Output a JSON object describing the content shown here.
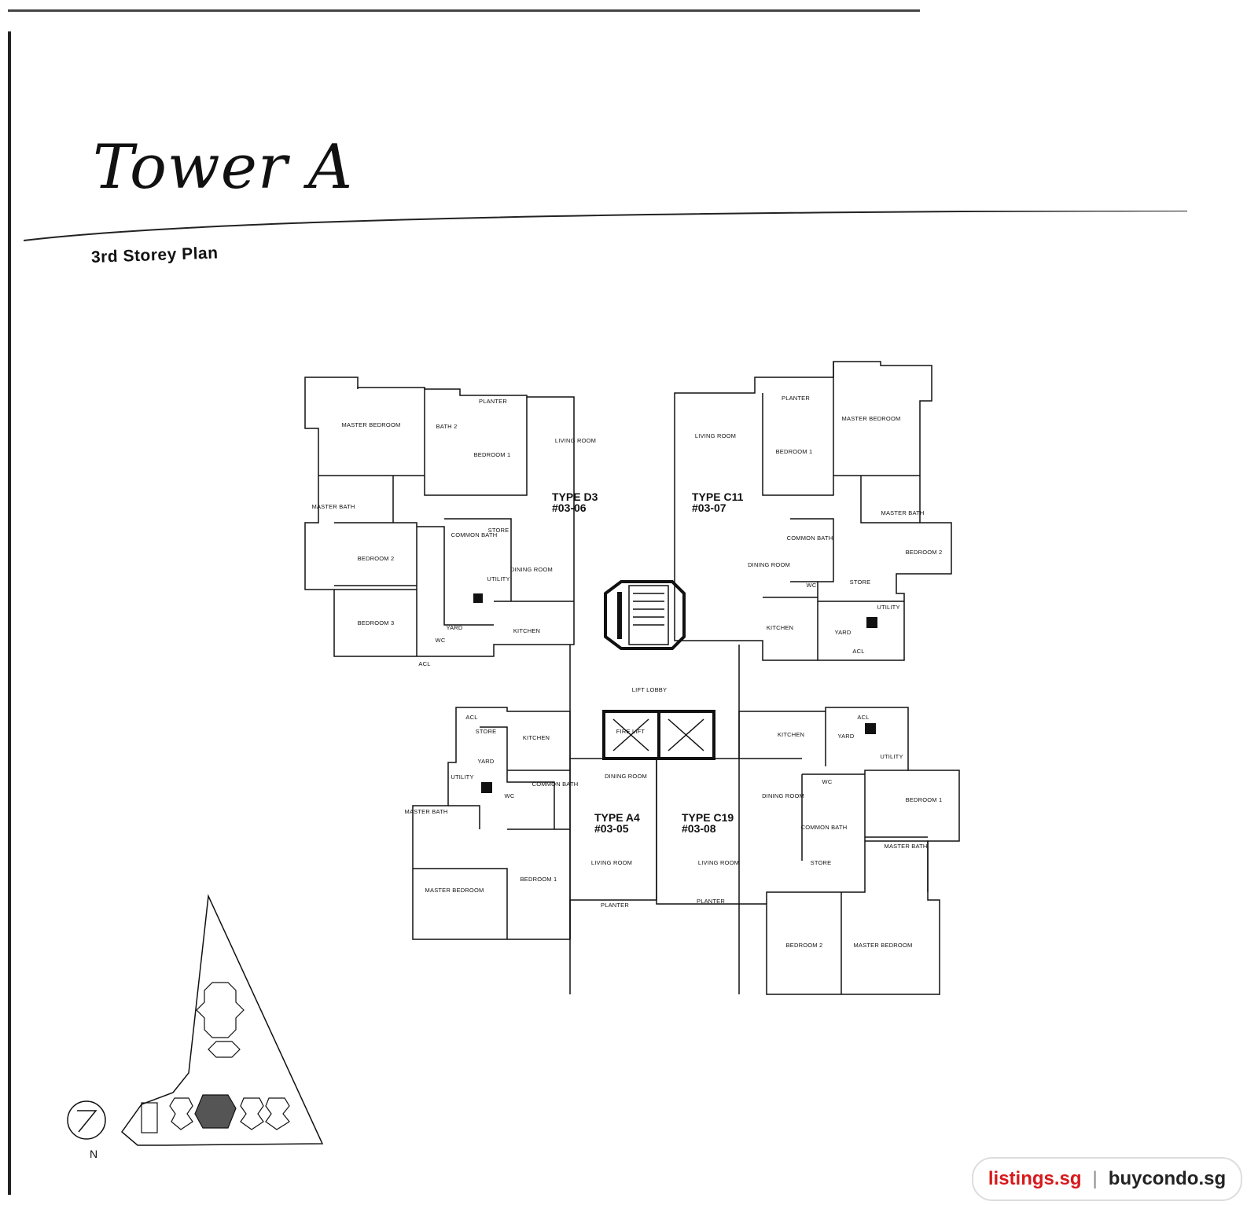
{
  "page": {
    "title": "Tower A",
    "subtitle": "3rd Storey Plan"
  },
  "units": [
    {
      "type": "TYPE D3",
      "unit": "#03-06"
    },
    {
      "type": "TYPE C11",
      "unit": "#03-07"
    },
    {
      "type": "TYPE A4",
      "unit": "#03-05"
    },
    {
      "type": "TYPE C19",
      "unit": "#03-08"
    }
  ],
  "rooms": {
    "master_bedroom": "MASTER BEDROOM",
    "master_bath": "MASTER BATH",
    "bedroom_1": "BEDROOM 1",
    "bedroom_2": "BEDROOM 2",
    "bedroom_3": "BEDROOM 3",
    "bath_2": "BATH 2",
    "living_room": "LIVING ROOM",
    "dining_room": "DINING ROOM",
    "kitchen": "KITCHEN",
    "common_bath": "COMMON BATH",
    "store": "STORE",
    "utility": "UTILITY",
    "yard": "YARD",
    "wc": "WC",
    "acl": "ACL",
    "planter": "PLANTER",
    "lift_lobby": "LIFT LOBBY",
    "fire_lift": "FIRE LIFT"
  },
  "compass": {
    "north": "N"
  },
  "watermark": {
    "left": "listings.sg",
    "separator": "|",
    "right": "buycondo.sg"
  }
}
